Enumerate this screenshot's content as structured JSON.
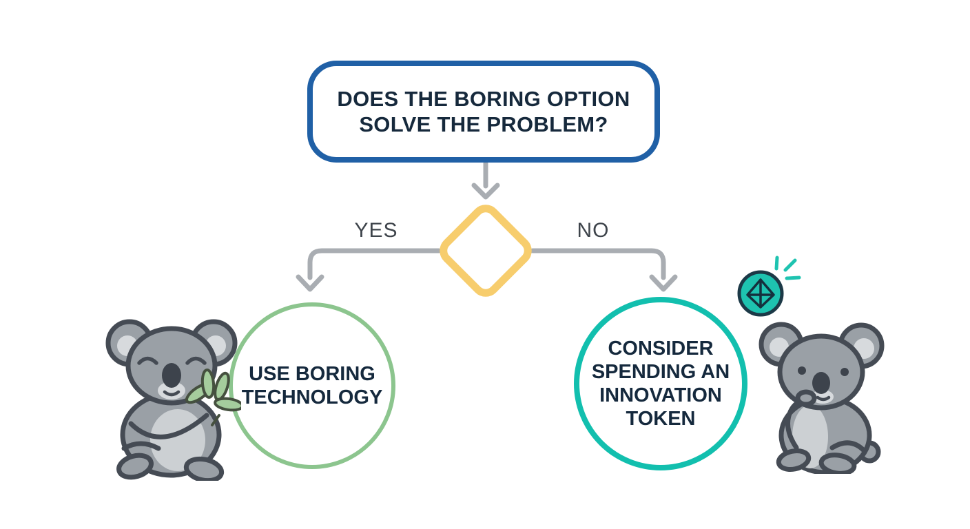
{
  "flowchart": {
    "question": "DOES THE BORING OPTION SOLVE THE PROBLEM?",
    "yes_label": "YES",
    "no_label": "NO",
    "yes_outcome": "USE BORING TECHNOLOGY",
    "no_outcome": "CONSIDER SPENDING AN INNOVATION TOKEN"
  },
  "icons": {
    "left_illustration": "koala-happy-holding-eucalyptus",
    "right_illustration": "koala-thinking",
    "token_icon": "innovation-token-gem-coin"
  },
  "colors": {
    "question_border_blue": "#2060a6",
    "text_dark_navy": "#16293c",
    "connector_gray": "#a9adb2",
    "branch_label_gray": "#3e444b",
    "decision_diamond_yellow": "#f7cd6d",
    "yes_circle_green": "#8cc58e",
    "no_circle_teal": "#12bfae",
    "token_teal": "#1ec3b0"
  }
}
